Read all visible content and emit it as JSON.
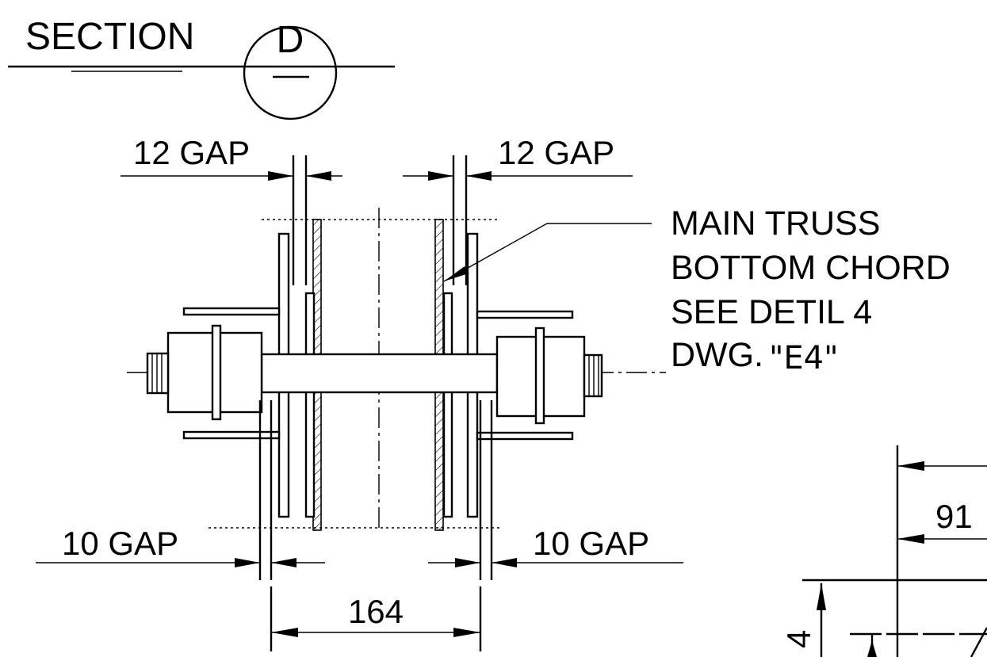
{
  "drawing": {
    "section_label": "SECTION",
    "section_letter": "D",
    "gap_top_left": "12 GAP",
    "gap_top_right": "12 GAP",
    "gap_bottom_left": "10 GAP",
    "gap_bottom_right": "10 GAP",
    "dim_width": "164",
    "dim_right": "91",
    "dim_vertical": "4",
    "note": {
      "line1": "MAIN TRUSS",
      "line2": "BOTTOM CHORD",
      "line3": "SEE DETIL 4",
      "line4_prefix": "DWG.",
      "line4_ref": "\"E4\""
    }
  }
}
